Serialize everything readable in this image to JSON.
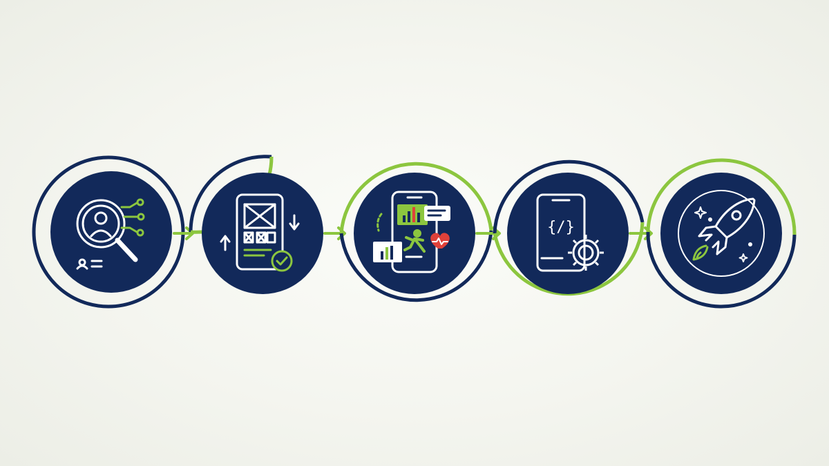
{
  "diagram": {
    "kind": "process-flow",
    "step_count": 5,
    "arrow_count": 4,
    "colors": {
      "background": "#f4f5ef",
      "circle_fill": "#12295a",
      "outer_ring_dark": "#12295a",
      "accent_green": "#8cc63f",
      "icon_line": "#ffffff",
      "heart_red": "#e0413a"
    },
    "steps": [
      {
        "icon": "magnifier-user-research-icon",
        "ring": "dark"
      },
      {
        "icon": "wireframe-phone-check-icon",
        "ring": "dark-green"
      },
      {
        "icon": "phone-fitness-dashboard-icon",
        "ring": "green-dark"
      },
      {
        "icon": "phone-code-gear-icon",
        "ring": "dark-green"
      },
      {
        "icon": "rocket-launch-icon",
        "ring": "green-dark"
      }
    ]
  }
}
